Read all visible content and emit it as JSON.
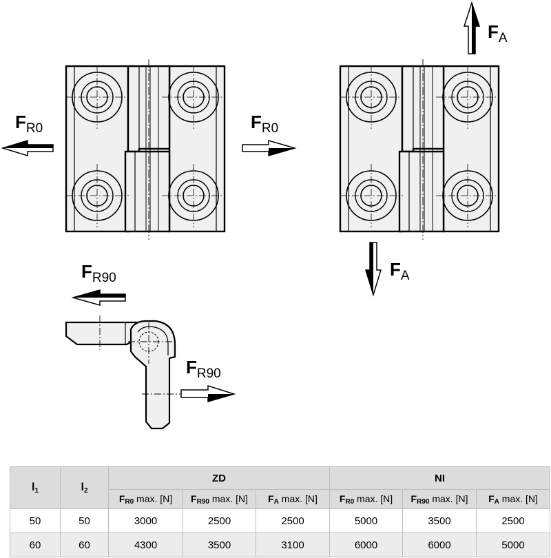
{
  "labels": {
    "fr0_left": {
      "main": "F",
      "sub": "R0"
    },
    "fr0_right": {
      "main": "F",
      "sub": "R0"
    },
    "fa_top": {
      "main": "F",
      "sub": "A"
    },
    "fa_bottom": {
      "main": "F",
      "sub": "A"
    },
    "fr90_top": {
      "main": "F",
      "sub": "R90"
    },
    "fr90_bottom": {
      "main": "F",
      "sub": "R90"
    }
  },
  "table": {
    "col_l1": {
      "main": "l",
      "sub": "1"
    },
    "col_l2": {
      "main": "l",
      "sub": "2"
    },
    "group_zd": "ZD",
    "group_ni": "NI",
    "sub_headers": [
      {
        "main": "F",
        "sub": "R0",
        "rest": " max. [N]"
      },
      {
        "main": "F",
        "sub": "R90",
        "rest": " max. [N]"
      },
      {
        "main": "F",
        "sub": "A",
        "rest": " max. [N]"
      },
      {
        "main": "F",
        "sub": "R0",
        "rest": " max. [N]"
      },
      {
        "main": "F",
        "sub": "R90",
        "rest": " max. [N]"
      },
      {
        "main": "F",
        "sub": "A",
        "rest": " max. [N]"
      }
    ],
    "rows": [
      [
        "50",
        "50",
        "3000",
        "2500",
        "2500",
        "5000",
        "3500",
        "2500"
      ],
      [
        "60",
        "60",
        "4300",
        "3500",
        "3100",
        "6000",
        "6000",
        "5000"
      ]
    ]
  },
  "colors": {
    "outline": "#000000",
    "part_fill": "#f0f0f0",
    "header_bg": "#dcdcdc",
    "border": "#bdbdbd"
  }
}
